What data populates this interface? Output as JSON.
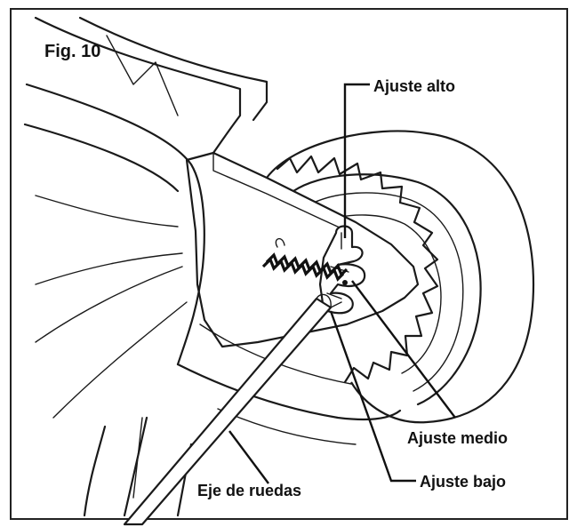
{
  "figure": {
    "label": "Fig. 10"
  },
  "callouts": {
    "high": "Ajuste alto",
    "medium": "Ajuste medio",
    "low": "Ajuste bajo",
    "axle": "Eje de ruedas"
  },
  "colors": {
    "ink": "#111111",
    "paper": "#ffffff"
  }
}
